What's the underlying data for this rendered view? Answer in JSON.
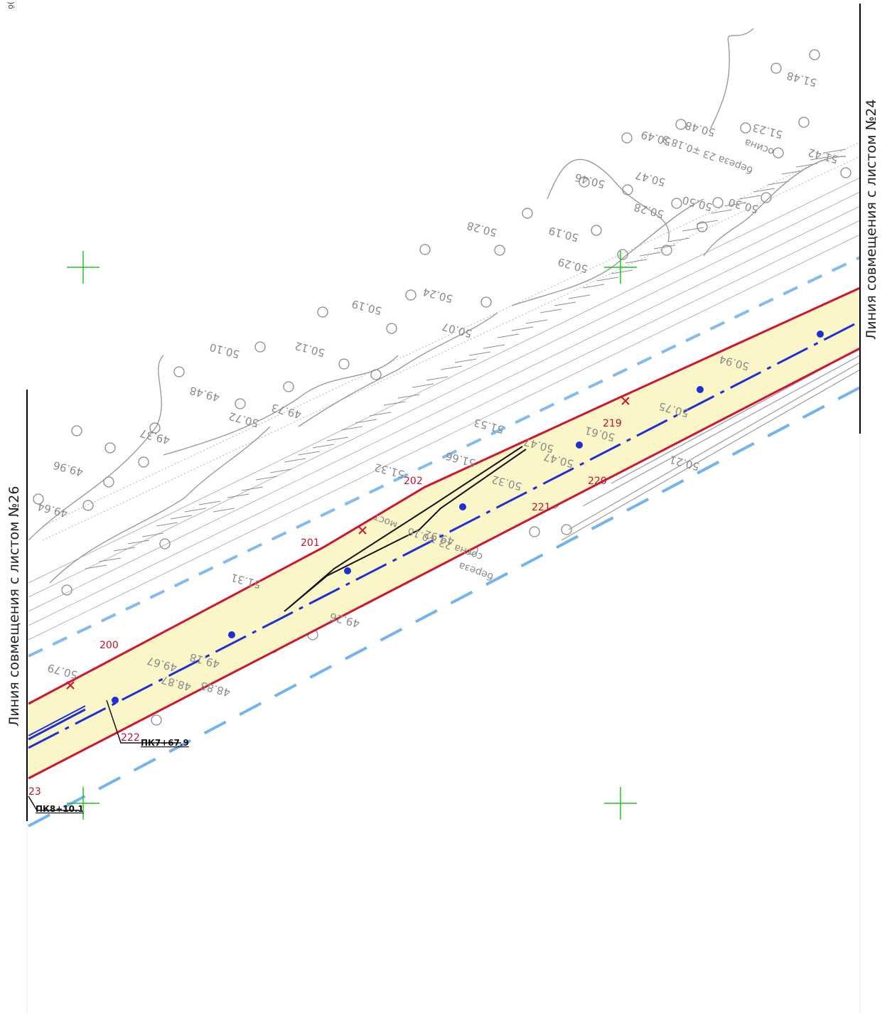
{
  "sheet": {
    "corner_mark": ")ö",
    "left_label": "Линия совмещения с листом №26",
    "right_label": "Линия совмещения с листом №24"
  },
  "stations": [
    "ПК7+67.9",
    "ПК8+10.1"
  ],
  "point_numbers": [
    "200",
    "201",
    "202",
    "219",
    "220",
    "221",
    "222",
    "23"
  ],
  "elevations": [
    "51.48",
    "50.49",
    "50.48",
    "51.23",
    "51.42",
    "50.47",
    "50.46",
    "50.28",
    "50.50",
    "50.30",
    "50.28",
    "50.19",
    "50.29",
    "50.24",
    "50.19",
    "50.10",
    "50.12",
    "49.48",
    "49.37",
    "49.96",
    "49.64",
    "50.72",
    "49.73",
    "51.53",
    "51.66",
    "51.32",
    "50.47",
    "50.61",
    "50.75",
    "50.94",
    "50.47",
    "50.32",
    "49.92",
    "49.26",
    "48.83",
    "49.18",
    "49.67",
    "48.87",
    "50.79",
    "50.21",
    "51.31",
    "50.07"
  ],
  "annotations": [
    "сосна 2З ∓0.1б",
    "береза",
    "береза 2З ∓0.18 З",
    "осина",
    "мост"
  ],
  "colors": {
    "corridor_fill": "#fbf6c8",
    "boundary": "#d0152f",
    "centerline": "#1f2fd6",
    "light_blue_dash": "#74b4ec",
    "topo_gray": "#9a9a9a",
    "grid_cross": "#22c022",
    "point_number": "#c8102e"
  }
}
